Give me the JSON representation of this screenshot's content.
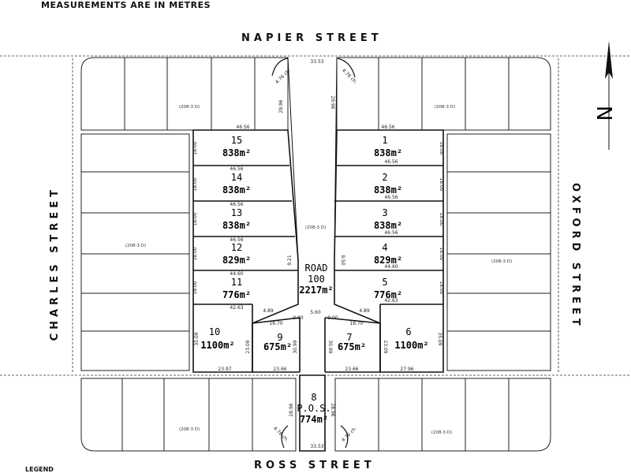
{
  "header": "MEASUREMENTS ARE IN METRES",
  "legend": "LEGEND",
  "streets": {
    "north": "NAPIER STREET",
    "south": "ROSS STREET",
    "west": "CHARLES STREET",
    "east": "OXFORD STREET"
  },
  "road": {
    "label": "ROAD",
    "number": "100",
    "area": "2217m²"
  },
  "pos": {
    "number": "8",
    "label": "P.O.S.",
    "area": "774m²"
  },
  "lots": [
    {
      "number": "1",
      "area": "838m²"
    },
    {
      "number": "2",
      "area": "838m²"
    },
    {
      "number": "3",
      "area": "838m²"
    },
    {
      "number": "4",
      "area": "829m²"
    },
    {
      "number": "5",
      "area": "776m²"
    },
    {
      "number": "6",
      "area": "1100m²"
    },
    {
      "number": "7",
      "area": "675m²"
    },
    {
      "number": "9",
      "area": "675m²"
    },
    {
      "number": "10",
      "area": "1100m²"
    },
    {
      "number": "11",
      "area": "776m²"
    },
    {
      "number": "12",
      "area": "829m²"
    },
    {
      "number": "13",
      "area": "838m²"
    },
    {
      "number": "14",
      "area": "838m²"
    },
    {
      "number": "15",
      "area": "838m²"
    }
  ],
  "dims": {
    "north_width": "33.53",
    "south_width": "33.53",
    "lot_depth": "46.56",
    "lot_depth_short": "44.60",
    "lot_depth_5": "42.63",
    "lot_frontage": "18.00",
    "trunc": "4.76 ch.",
    "road_side": "29.96",
    "w_900": "9.00",
    "w_560": "5.60",
    "d_489": "4.89",
    "d_1670": "16.70",
    "d_2397": "23.97",
    "d_2366": "23.66",
    "d_2796": "27.96",
    "d_3509": "35.09",
    "d_2309": "23.09",
    "d_3099": "30.99",
    "d_2896": "28.96",
    "d_921": "9.21",
    "d_950": "9.50"
  },
  "refs": {
    "dp": "(208-3 D)"
  },
  "north_arrow": "N"
}
